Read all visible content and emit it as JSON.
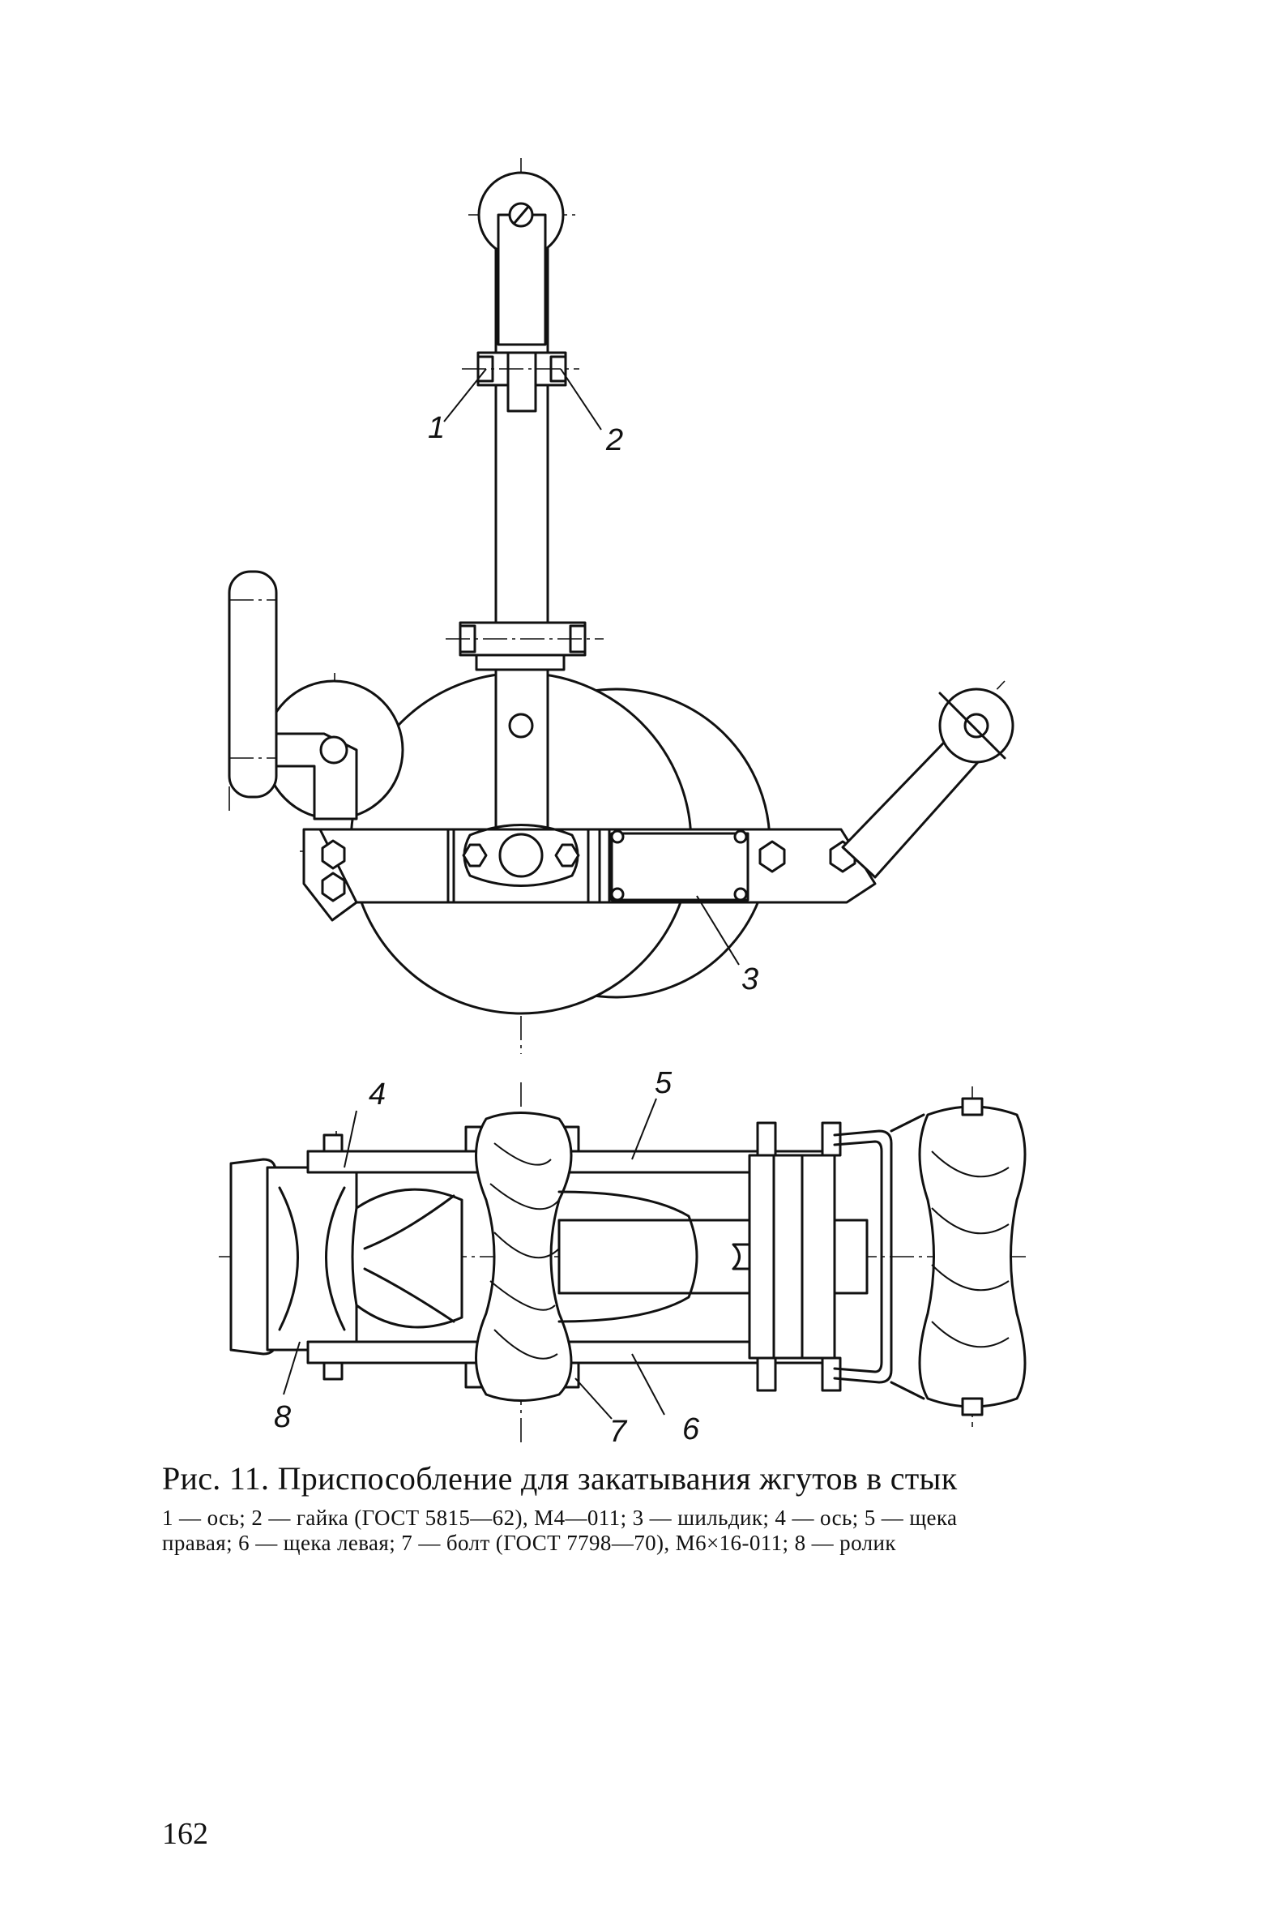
{
  "figure": {
    "callouts": {
      "c1": "1",
      "c2": "2",
      "c3": "3",
      "c4": "4",
      "c5": "5",
      "c6": "6",
      "c7": "7",
      "c8": "8"
    }
  },
  "caption": {
    "title": "Рис. 11. Приспособление для закатывания жгутов в стык",
    "legend_line1": "1 — ось; 2 — гайка (ГОСТ 5815—62), М4—011; 3 — шильдик; 4 — ось; 5 — щека",
    "legend_line2": "правая; 6 — щека левая; 7 — болт (ГОСТ 7798—70), М6×16-011; 8 — ролик"
  },
  "page_number": "162"
}
